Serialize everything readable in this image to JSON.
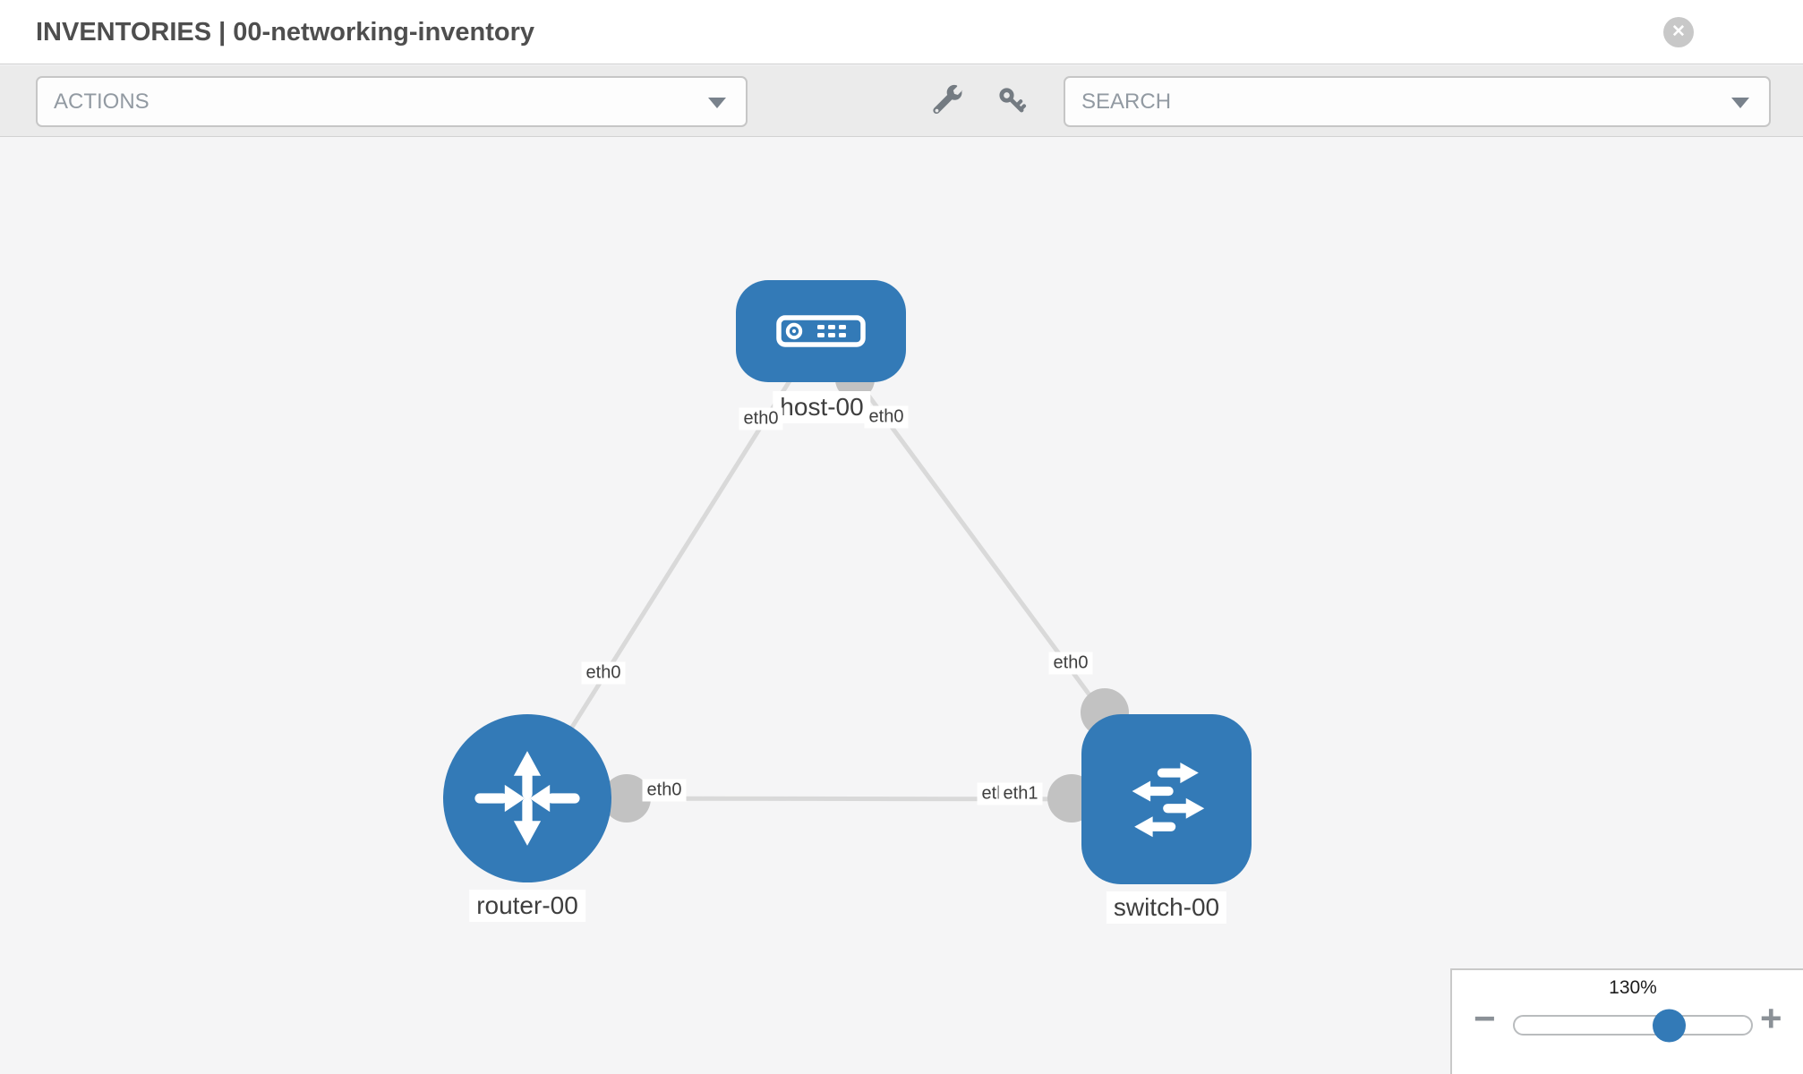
{
  "header": {
    "title": "INVENTORIES | 00-networking-inventory",
    "close_glyph": "✕"
  },
  "toolbar": {
    "actions_label": "ACTIONS",
    "search_label": "SEARCH"
  },
  "graph": {
    "nodes": [
      {
        "id": "host-00",
        "type": "host",
        "label": "host-00"
      },
      {
        "id": "router-00",
        "type": "router",
        "label": "router-00"
      },
      {
        "id": "switch-00",
        "type": "switch",
        "label": "switch-00"
      }
    ],
    "links": [
      {
        "source": "host-00",
        "target": "router-00",
        "source_interface": "eth0",
        "target_interface": "eth0"
      },
      {
        "source": "host-00",
        "target": "switch-00",
        "source_interface": "eth0",
        "target_interface": "eth0"
      },
      {
        "source": "router-00",
        "target": "switch-00",
        "source_interface": "eth0",
        "target_interface": "eth1"
      }
    ],
    "iface_labels": {
      "host_to_router": "eth0",
      "host_to_switch": "eth0",
      "router_to_host": "eth0",
      "switch_to_host": "eth0",
      "router_to_switch": "eth0",
      "switch_to_router_under": "eth0",
      "switch_to_router": "eth1"
    }
  },
  "zoom_control": {
    "level": "130%",
    "minus_glyph": "−",
    "plus_glyph": "+"
  },
  "colors": {
    "node_blue": "#337ab7",
    "edge_gray": "#d9d9d9",
    "port_gray": "#c2c2c2",
    "canvas_bg": "#f5f5f6",
    "toolbar_bg": "#ebebeb"
  }
}
